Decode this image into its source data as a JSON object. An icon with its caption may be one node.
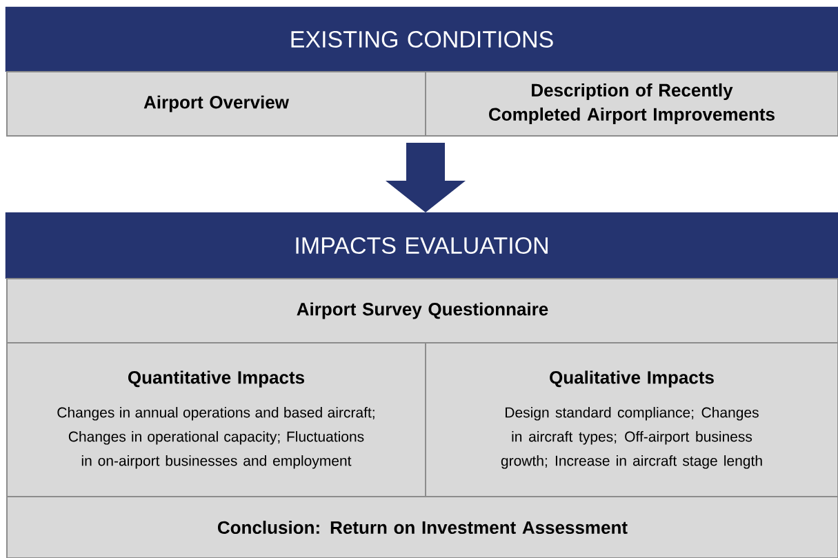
{
  "diagram": {
    "nodes": [
      {
        "text": [
          "EXISTING CONDITIONS"
        ]
      },
      {
        "text": [
          "Airport Overview"
        ]
      },
      {
        "text": [
          "Description of Recently Completed Airport Improvements"
        ]
      },
      {
        "text": [
          "IMPACTS EVALUATION"
        ]
      },
      {
        "text": [
          "Airport Survey Questionnaire"
        ]
      },
      {
        "text": [
          "Quantitative Impacts",
          "Changes in annual operations and based aircraft; Changes in operational capacity; Fluctuations in on-airport businesses and employment"
        ]
      },
      {
        "text": [
          "Qualitative Impacts",
          "Design standard compliance; Changes in aircraft types; Off-airport business growth; Increase in aircraft stage length"
        ]
      },
      {
        "text": [
          "Conclusion: Return on Investment Assessment"
        ]
      }
    ],
    "edges": [
      {
        "from": null,
        "to": 3,
        "arrow": "to"
      }
    ]
  }
}
